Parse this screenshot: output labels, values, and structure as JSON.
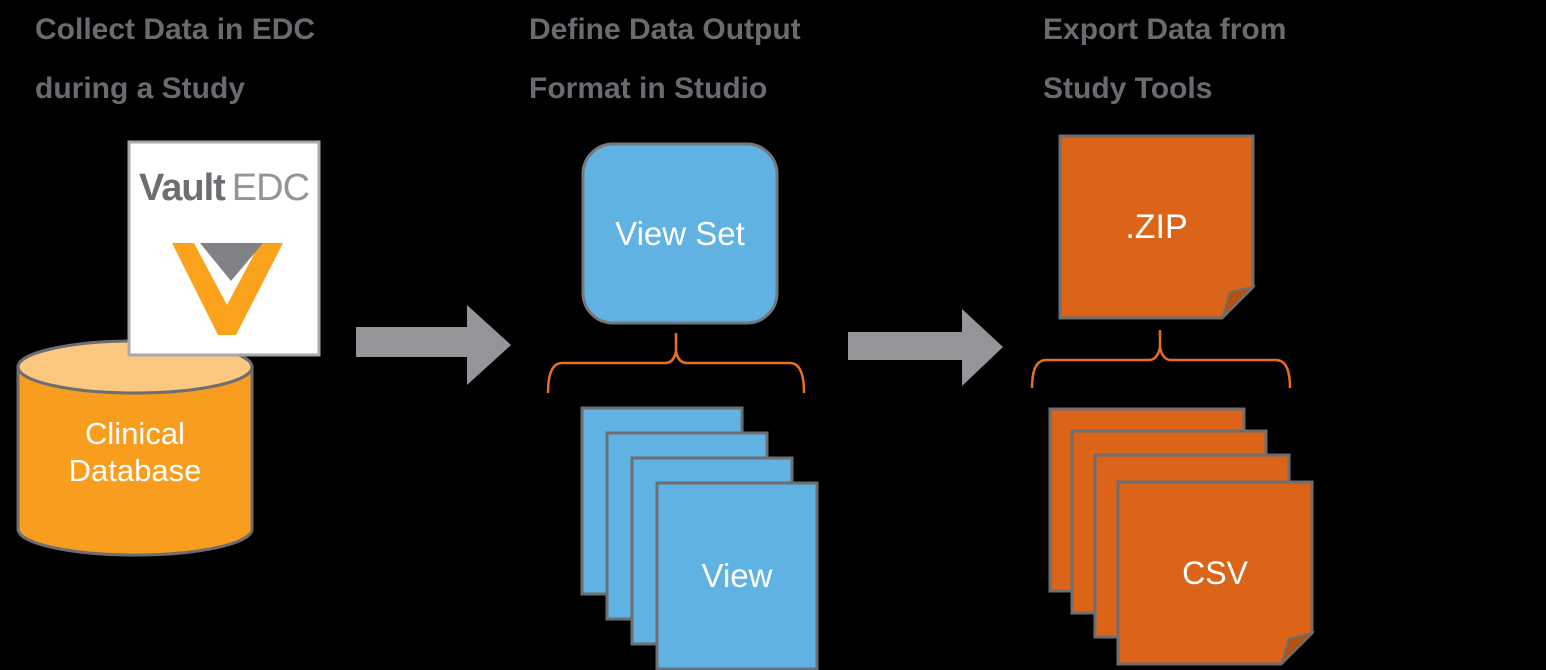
{
  "steps": [
    {
      "heading_line1": "Collect Data in EDC",
      "heading_line2": "during a Study",
      "vault_brand": "Vault",
      "vault_product": "EDC",
      "database_line1": "Clinical",
      "database_line2": "Database"
    },
    {
      "heading_line1": "Define Data Output",
      "heading_line2": "Format in Studio",
      "view_set_label": "View Set",
      "view_label": "View"
    },
    {
      "heading_line1": "Export Data from",
      "heading_line2": "Study Tools",
      "zip_label": ".ZIP",
      "csv_label": "CSV"
    }
  ],
  "colors": {
    "background": "#000000",
    "heading_text": "#6a6b70",
    "arrow_gray": "#939598",
    "vault_orange": "#FAA21B",
    "vault_gray_triangle": "#808285",
    "cylinder_orange": "#F99D1F",
    "cylinder_top_orange": "#FCC77E",
    "view_blue": "#60B2E3",
    "export_orange": "#DC6418",
    "fold_dark_orange": "#B5500F",
    "brace_orange": "#E8701F",
    "shape_stroke_gray": "#6D6E71",
    "card_border_gray": "#A7A9AC",
    "card_white": "#FFFFFF",
    "label_white": "#FFFFFF"
  }
}
